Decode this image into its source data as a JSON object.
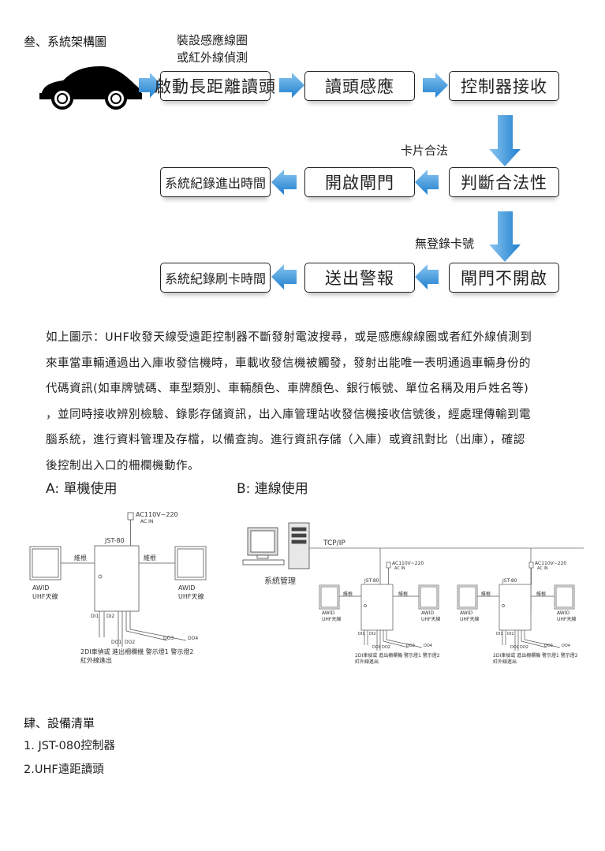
{
  "heading3": "叁、系統架構圖",
  "sensor_note": [
    "裝設感應線圈",
    "或紅外線偵測"
  ],
  "flow": {
    "row1": [
      "啟動長距離讀頭",
      "讀頭感應",
      "控制器接收"
    ],
    "label_valid": "卡片合法",
    "row2": [
      "系統紀錄進出時間",
      "開啟閘門",
      "判斷合法性"
    ],
    "label_invalid": "無登錄卡號",
    "row3": [
      "系統紀錄刷卡時間",
      "送出警報",
      "閘門不開啟"
    ]
  },
  "paragraph": [
    "如上圖示：UHF收發天線受遠距控制器不斷發射電波搜尋，或是感應線線圈或者紅外線偵測到",
    "來車當車輛通過出入庫收發信機時，車載收發信機被觸發，發射出能唯一表明通過車輛身份的",
    "代碼資訊(如車牌號碼、車型類別、車輛顏色、車牌顏色、銀行帳號、單位名稱及用戶姓名等)",
    "，並同時接收辨別檢驗、錄影存儲資訊，出入庫管理站收發信機接收信號後，經處理傳輸到電",
    "腦系統，進行資料管理及存檔，以備查詢。進行資訊存儲（入庫）或資訊對比（出庫），確認",
    "後控制出入口的柵欄機動作。"
  ],
  "section_a": "A: 單機使用",
  "section_b": "B: 連線使用",
  "diagram_a": {
    "power": [
      "AC110V~220",
      "AC IN"
    ],
    "controller": "JST-80",
    "wire_left": "維根",
    "wire_right": "維根",
    "antenna_left": [
      "AWID",
      "UHF天線"
    ],
    "antenna_right": [
      "AWID",
      "UHF天線"
    ],
    "di1": "DI1",
    "di2": "DI2",
    "do1": "DO1",
    "do2": "DO2",
    "do3": "DO3",
    "do4": "DO4",
    "bottom_line1": "2DI車偵或 進出柵欄機 警示燈1 警示燈2",
    "bottom_line2": "紅外線進出"
  },
  "diagram_b": {
    "network": "TCP/IP",
    "pc_label": "系統管理",
    "unit": {
      "power": [
        "AC110V~220",
        "AC IN"
      ],
      "controller": "JST-80",
      "wire_left": "維根",
      "wire_right": "維根",
      "antenna_left": [
        "AWID",
        "UHF天線"
      ],
      "antenna_right": [
        "AWID",
        "UHF天線"
      ],
      "di1": "DI1",
      "di2": "DI2",
      "do1": "DO1",
      "do2": "DO2",
      "do3": "DO3",
      "do4": "DO4",
      "bottom_line1": "2DI車偵或 進出柵欄機 警示燈1 警示燈2",
      "bottom_line2": "紅外線進出"
    }
  },
  "heading4": "肆、設備清單",
  "equipment": [
    "1. JST-080控制器",
    "2.UHF遠距讀頭"
  ]
}
